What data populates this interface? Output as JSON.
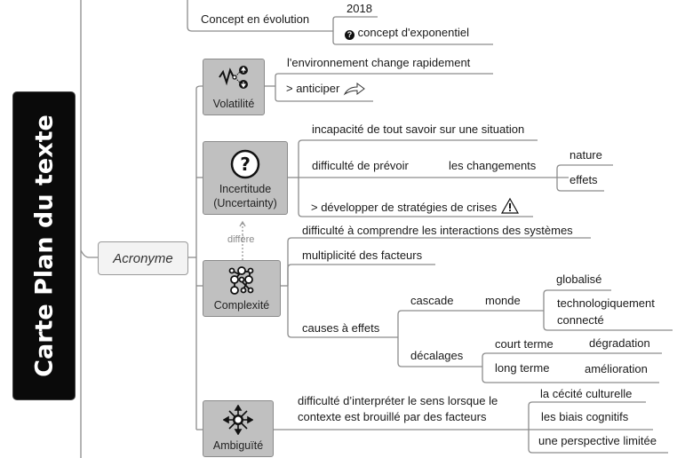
{
  "root": {
    "title": "Carte Plan du texte"
  },
  "top_branch": {
    "label": "Concept en évolution",
    "children": [
      {
        "label": "2018"
      },
      {
        "label": "concept d'exponentiel",
        "icon": "question-circle-icon"
      }
    ]
  },
  "acronym": {
    "label": "Acronyme",
    "items": [
      {
        "label": "Volatilité",
        "icon": "volatility-icon",
        "children": [
          {
            "label": "l'environnement change rapidement"
          },
          {
            "label": "> anticiper",
            "icon": "arrow-right-icon"
          }
        ]
      },
      {
        "label_line1": "Incertitude",
        "label_line2": "(Uncertainty)",
        "icon": "question-circle-icon",
        "children": [
          {
            "label": "incapacité de tout savoir sur une situation"
          },
          {
            "label": "difficulté de prévoir",
            "sub": {
              "label": "les changements",
              "children": [
                {
                  "label": "nature"
                },
                {
                  "label": "effets"
                }
              ]
            }
          },
          {
            "label": "> développer de stratégies de crises",
            "icon": "warning-icon"
          }
        ]
      },
      {
        "label": "Complexité",
        "icon": "network-icon",
        "relation": "diffère",
        "children": [
          {
            "label": "difficulté à comprendre les interactions des systèmes"
          },
          {
            "label": "multiplicité des facteurs"
          },
          {
            "label": "causes à effets",
            "children": [
              {
                "label": "cascade",
                "sub": {
                  "label": "monde",
                  "children": [
                    {
                      "label": "globalisé"
                    },
                    {
                      "label_line1": "technologiquement",
                      "label_line2": "connecté"
                    }
                  ]
                }
              },
              {
                "label": "décalages",
                "children": [
                  {
                    "label": "court terme",
                    "sub": "dégradation"
                  },
                  {
                    "label": "long terme",
                    "sub": "amélioration"
                  }
                ]
              }
            ]
          }
        ]
      },
      {
        "label": "Ambiguïté",
        "icon": "compass-star-icon",
        "children": [
          {
            "label_line1": "difficulté d’interpréter le sens lorsque le",
            "label_line2": "contexte est brouillé par des facteurs",
            "children": [
              {
                "label": "la cécité culturelle"
              },
              {
                "label": "les biais cognitifs"
              },
              {
                "label": "une perspective limitée"
              }
            ]
          }
        ]
      }
    ]
  }
}
